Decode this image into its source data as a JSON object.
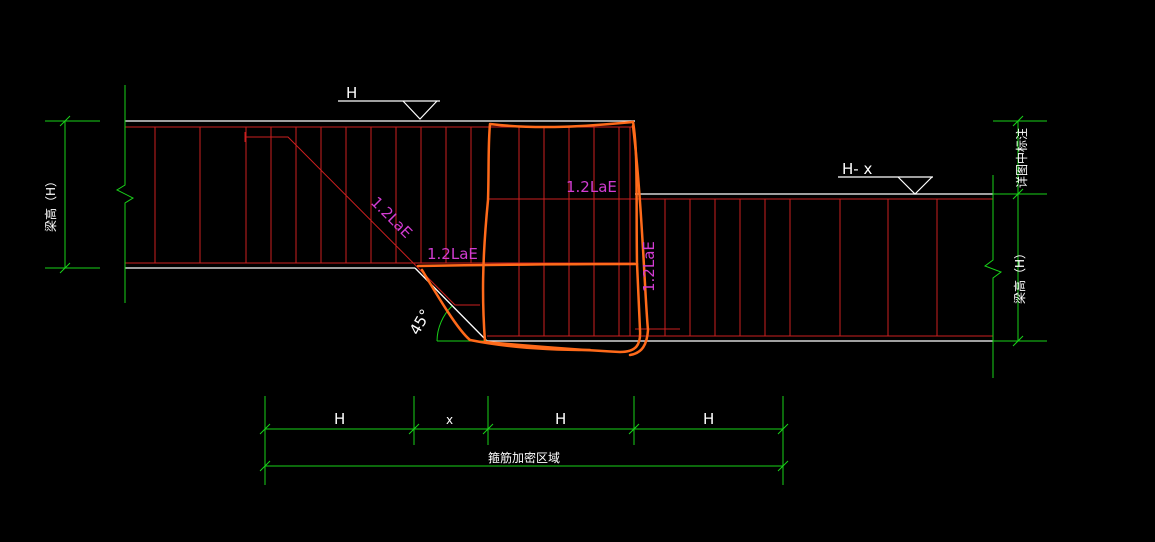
{
  "colors": {
    "background": "#000000",
    "concrete_outline": "#ffffff",
    "rebar": "#cc1f1f",
    "dimension": "#19d219",
    "annotation": "#d23cd2",
    "markup": "#ff6a1a",
    "text": "#ffffff"
  },
  "labels": {
    "level_left": "H",
    "level_right": "H- x",
    "anchor_diagonal": "1.2LaE",
    "anchor_bottom": "1.2LaE",
    "anchor_top": "1.2LaE",
    "anchor_vertical": "1.2LaE",
    "angle": "45°",
    "beam_height_left": "梁高（H）",
    "beam_height_right": "梁高（H）",
    "detail_note": "详图中标注",
    "dim_seg_1": "H",
    "dim_seg_2": "x",
    "dim_seg_3": "H",
    "dim_seg_4": "H",
    "dense_zone": "箍筋加密区域"
  }
}
